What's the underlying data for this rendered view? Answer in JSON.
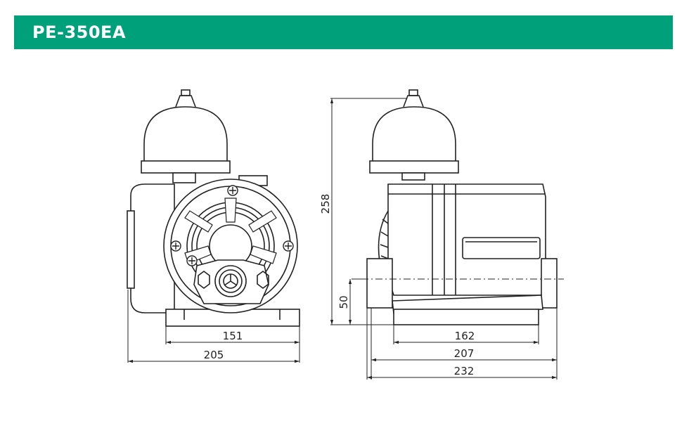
{
  "header": {
    "title": "PE-350EA",
    "color": "#00a07a"
  },
  "front_view": {
    "dimensions": {
      "base_width": "151",
      "overall_width": "205"
    }
  },
  "side_view": {
    "dimensions": {
      "overall_height": "258",
      "inlet_height": "50",
      "base_length": "162",
      "mid_length": "207",
      "overall_length": "232"
    }
  }
}
